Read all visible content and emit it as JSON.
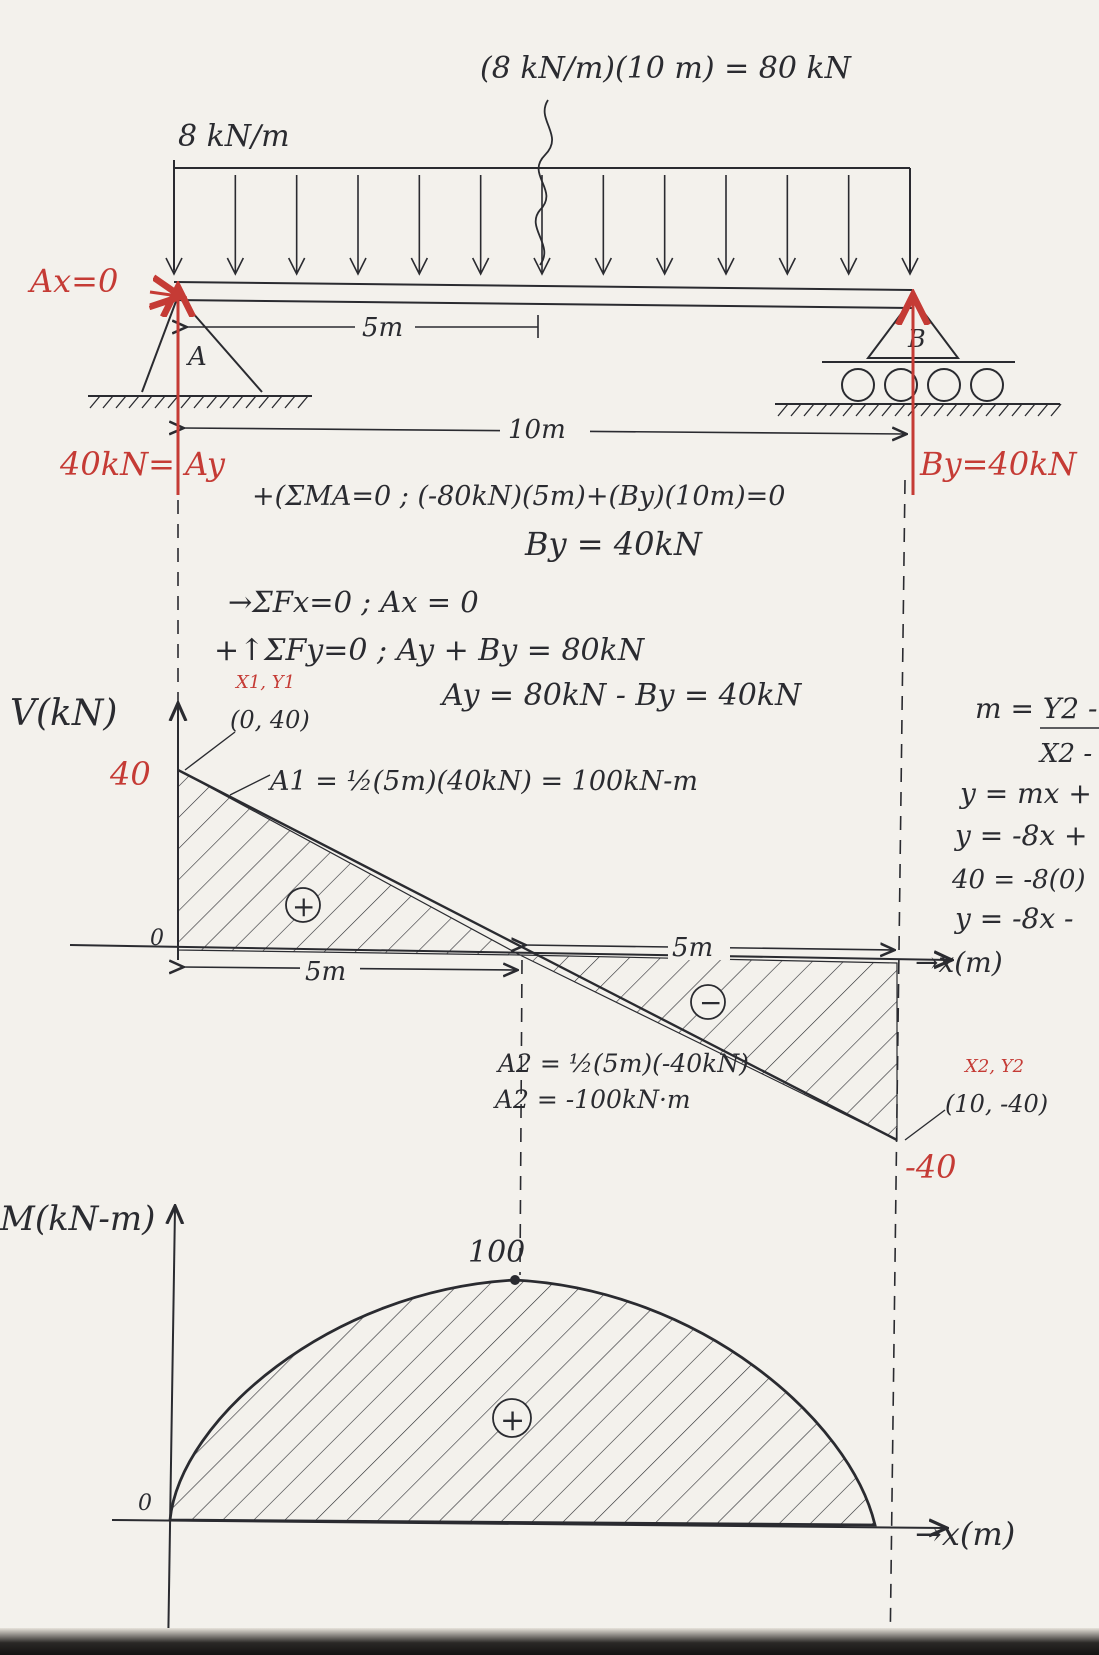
{
  "colors": {
    "ink": "#2a2b30",
    "red": "#c53b35",
    "paper": "#f3f1ec"
  },
  "beam": {
    "resultant_label": "(8 kN/m)(10 m) = 80 kN",
    "load_label": "8 kN/m",
    "dim_half": "5m",
    "dim_full": "10m",
    "support_a_label": "A",
    "support_b_label": "B"
  },
  "reactions": {
    "ax": "Ax=0",
    "ay": "40kN= Ay",
    "by": "By=40kN"
  },
  "equations": {
    "moment": "+(ΣMA=0 ; (-80kN)(5m)+(By)(10m)=0",
    "by_result": "By = 40kN",
    "fx": "→ΣFx=0 ;  Ax = 0",
    "fy": "+↑ΣFy=0 ;  Ay + By = 80kN",
    "ay_result": "Ay = 80kN - By = 40kN"
  },
  "shear": {
    "axis_label": "V(kN)",
    "x_axis_label": "→x(m)",
    "origin": "0",
    "top_value": "40",
    "bottom_value": "-40",
    "p1_label": "X1, Y1",
    "p1": "(0, 40)",
    "p2_label": "X2, Y2",
    "p2": "(10, -40)",
    "area1": "A1 = ½(5m)(40kN) = 100kN-m",
    "area2_a": "A2 = ½(5m)(-40kN)",
    "area2_b": "A2 = -100kN·m",
    "dim_left": "5m",
    "dim_right": "5m",
    "plus": "+",
    "minus": "−"
  },
  "side_notes": {
    "slope": "m = Y2 -",
    "slope_den": "X2 -",
    "line1": "y = mx +",
    "line2": "y = -8x +",
    "line3": "40 = -8(0)",
    "line4": "y = -8x -"
  },
  "moment": {
    "axis_label": "M(kN-m)",
    "x_axis_label": "→x(m)",
    "origin": "0",
    "peak": "100",
    "plus": "+"
  }
}
